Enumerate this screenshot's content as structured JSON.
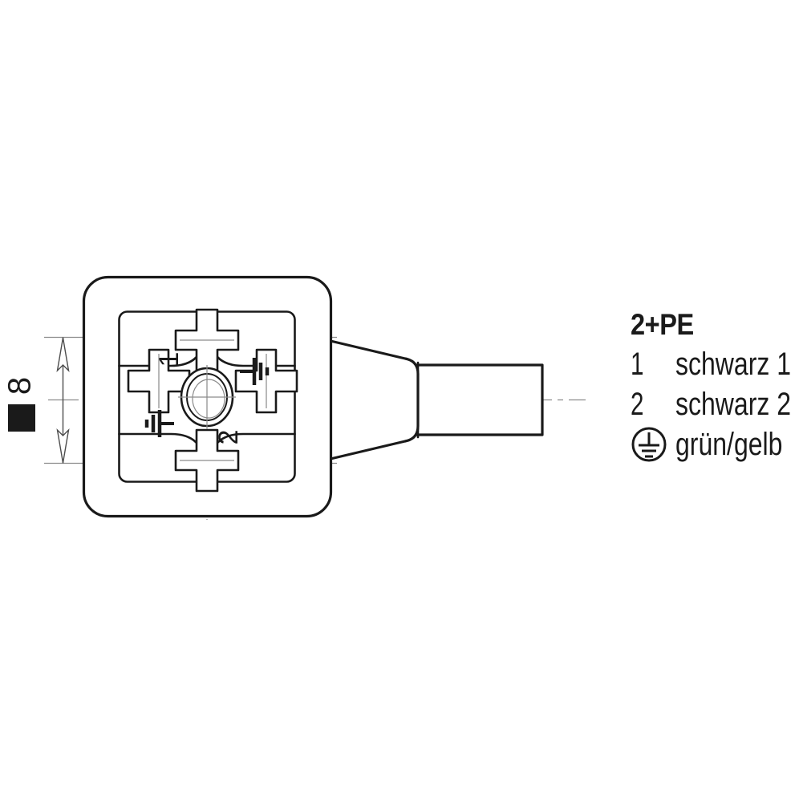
{
  "drawing": {
    "type": "technical-line-drawing",
    "subject": "valve connector form A with moulded cable, front face view",
    "background_color": "#ffffff",
    "line_color": "#1a1a1a",
    "construction_line_color": "#8c8c8c"
  },
  "dimension": {
    "label": "8",
    "symbol": "□",
    "symbol_name": "square-section-symbol",
    "orientation": "vertical-rotated",
    "arrow_style": "open-arrowheads"
  },
  "connector": {
    "face_markings": {
      "pin_1": "1",
      "pin_2": "2",
      "earth_symbol_name": "earth-ground-symbol"
    },
    "contact_count": 4,
    "contact_shape": "cross"
  },
  "legend": {
    "title": "2+PE",
    "rows": [
      {
        "key": "1",
        "key_type": "text",
        "value": "schwarz 1"
      },
      {
        "key": "2",
        "key_type": "text",
        "value": "schwarz 2"
      },
      {
        "key": "earth-ground-icon",
        "key_type": "icon",
        "value": "grün/gelb"
      }
    ]
  }
}
